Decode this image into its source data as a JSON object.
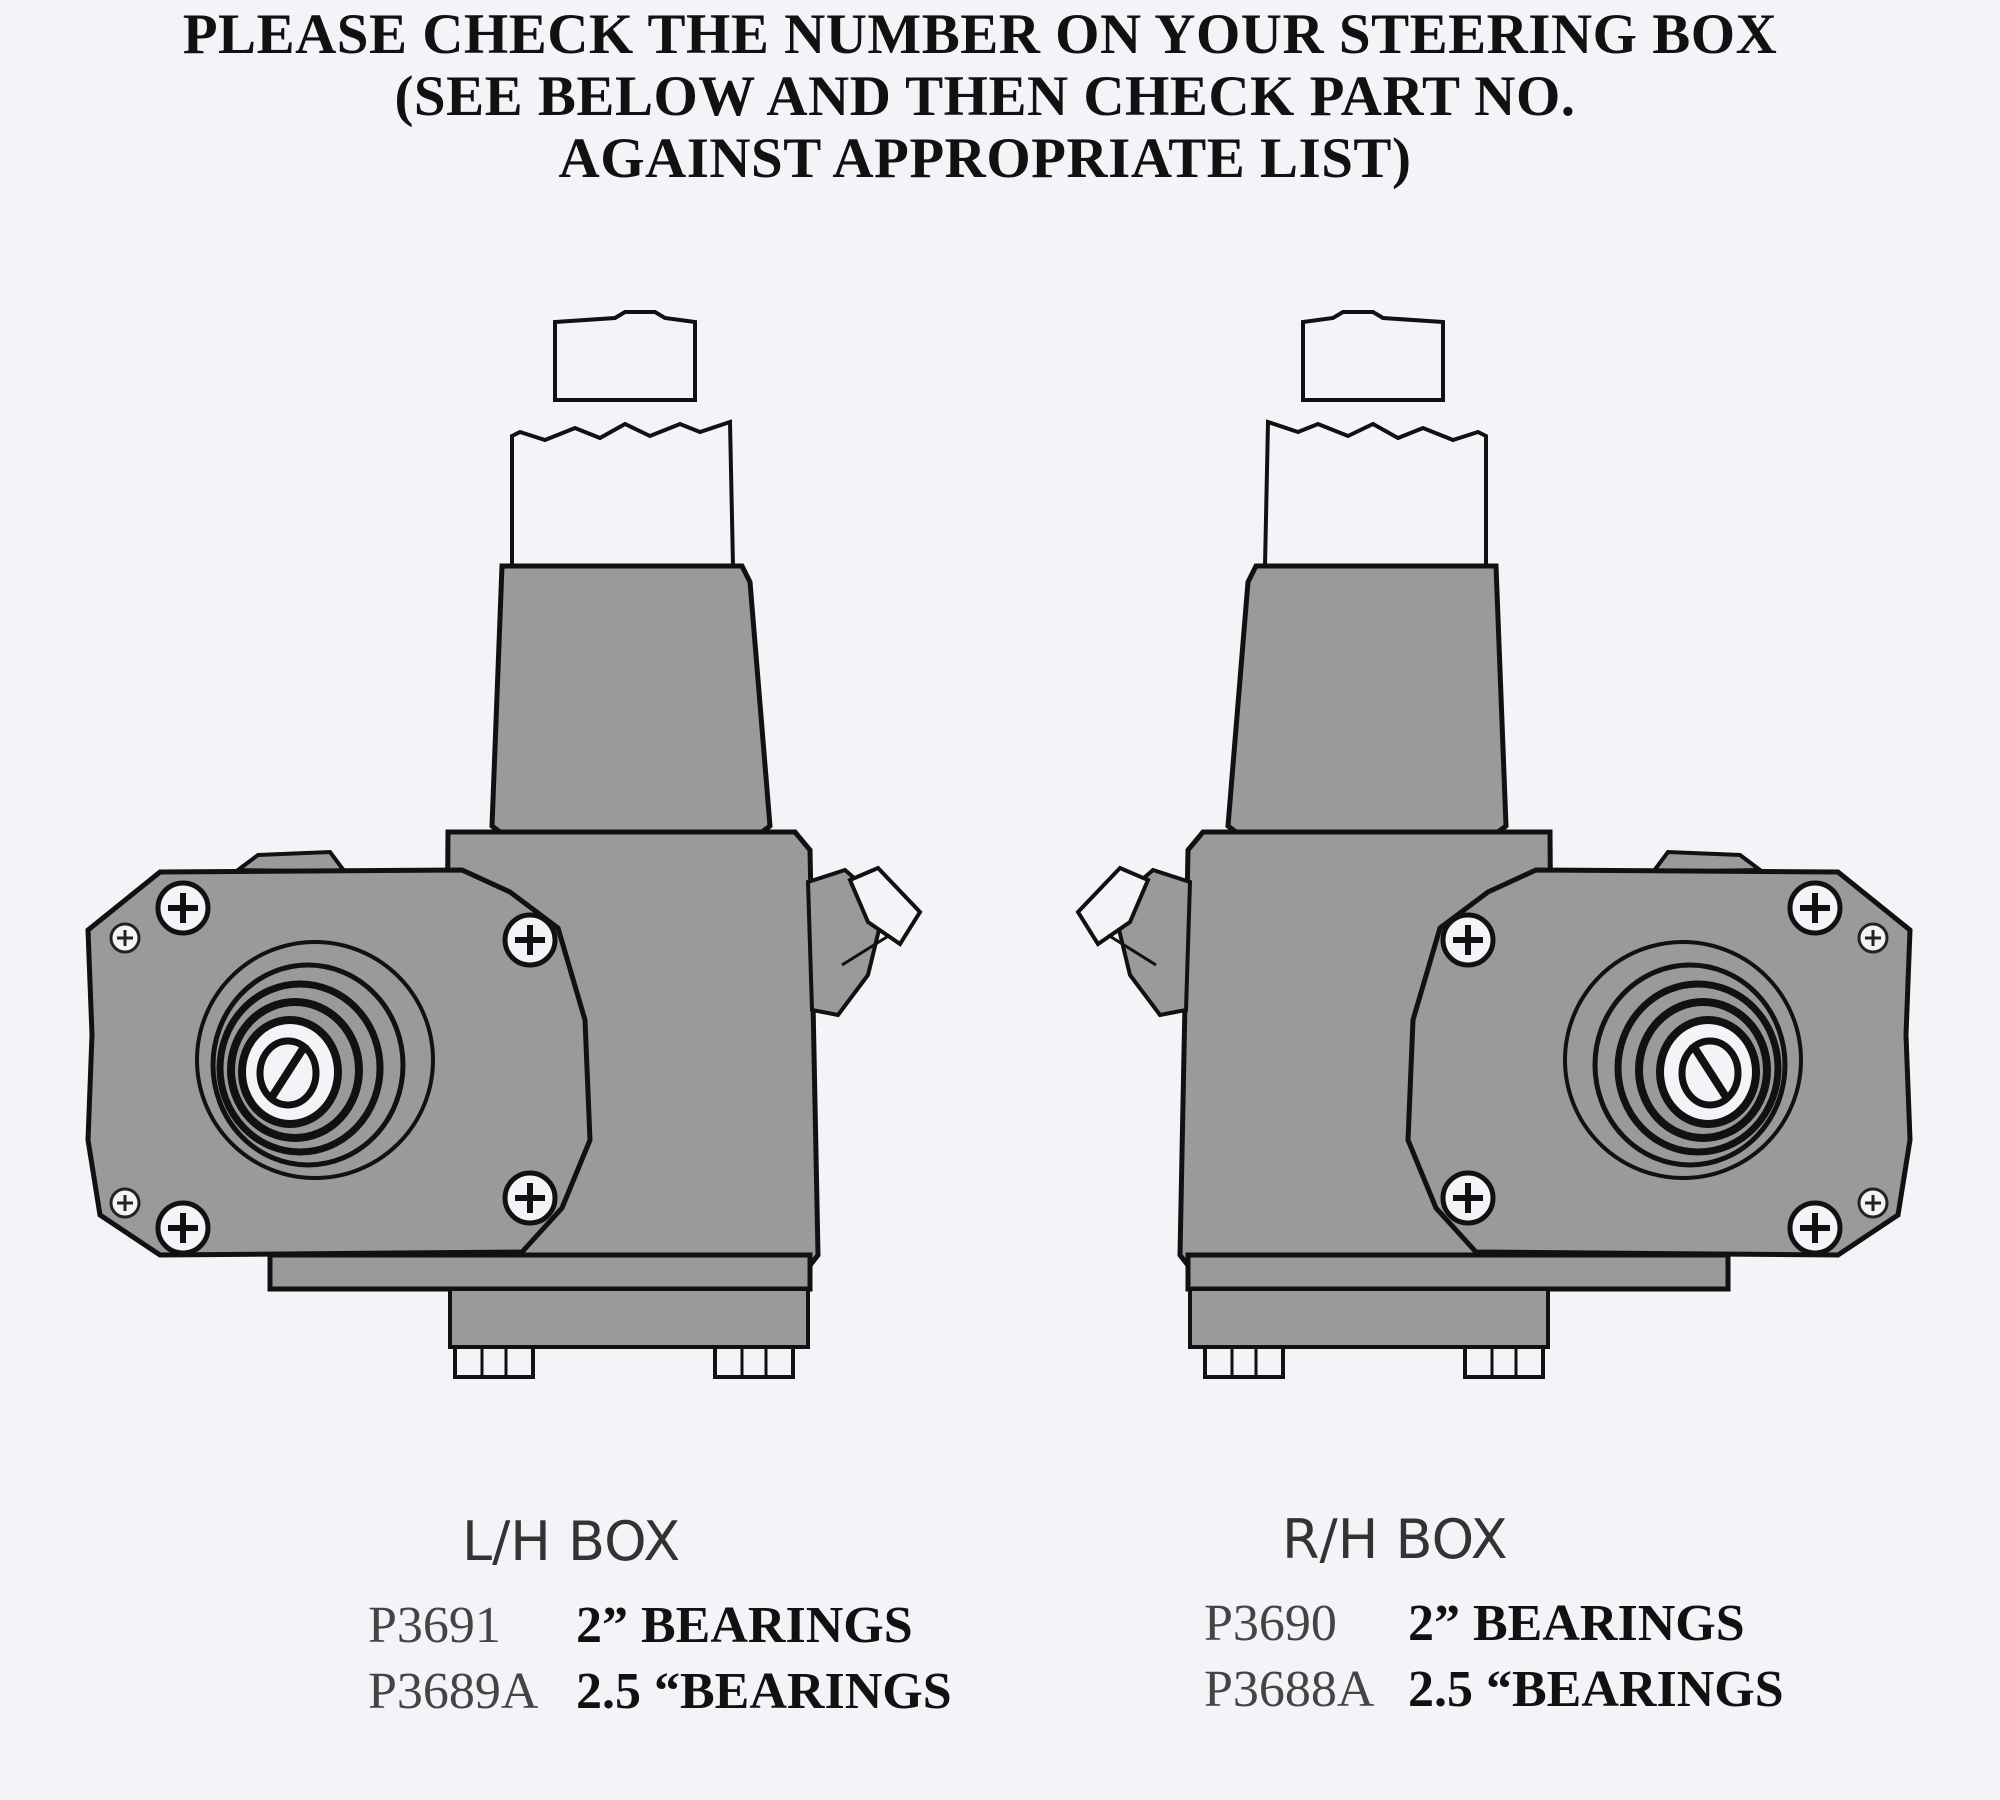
{
  "header": {
    "line1": "PLEASE CHECK THE NUMBER ON YOUR STEERING BOX",
    "line2": "(SEE BELOW AND THEN CHECK PART NO.",
    "line3": "AGAINST APPROPRIATE LIST)"
  },
  "left_box": {
    "title": "L/H BOX",
    "parts": [
      {
        "number": "P3691",
        "description": "2” BEARINGS"
      },
      {
        "number": "P3689A",
        "description": "2.5 “BEARINGS"
      }
    ]
  },
  "right_box": {
    "title": "R/H BOX",
    "parts": [
      {
        "number": "P3690",
        "description": "2” BEARINGS"
      },
      {
        "number": "P3688A",
        "description": "2.5 “BEARINGS"
      }
    ]
  },
  "colors": {
    "background": "#f4f4f8",
    "casting": "#9a9a9a",
    "outline": "#111111",
    "shaft": "#f4f4f8"
  }
}
